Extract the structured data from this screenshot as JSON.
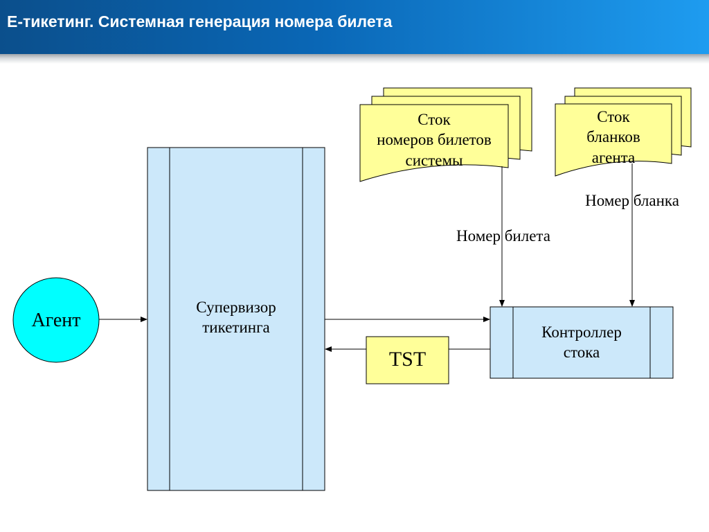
{
  "header": {
    "title": "Е-тикетинг. Системная генерация номера билета"
  },
  "diagram": {
    "agent": "Агент",
    "supervisor": [
      "Супервизор",
      "тикетинга"
    ],
    "controller": [
      "Контроллер",
      "стока"
    ],
    "tst": "TST",
    "stock_system": [
      "Сток",
      "номеров билетов",
      "системы"
    ],
    "stock_agent": [
      "Сток",
      "бланков",
      "агента"
    ],
    "label_ticket_number": "Номер билета",
    "label_blank_number": "Номер бланка"
  },
  "colors": {
    "header_start": "#0b4f8c",
    "header_end": "#1e9cf0",
    "agent_fill": "#00ffff",
    "process_fill": "#cce8fa",
    "document_fill": "#ffff99"
  }
}
